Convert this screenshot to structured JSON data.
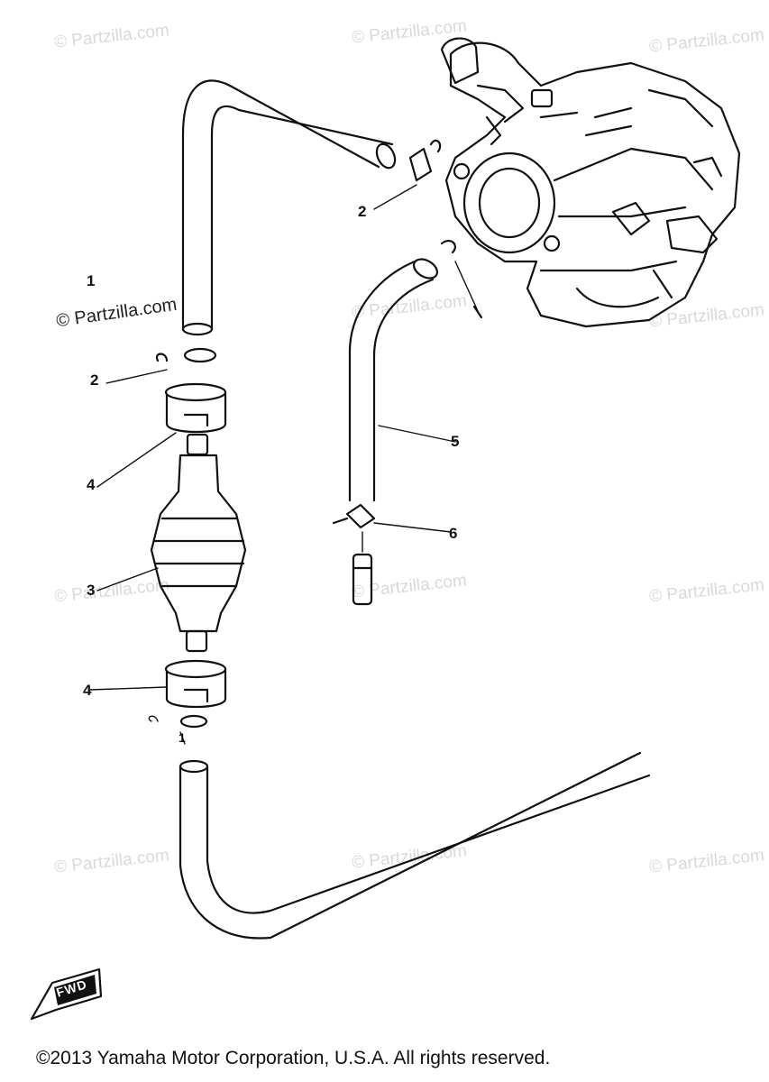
{
  "watermark": "© Partzilla.com",
  "callouts": {
    "c1a": "1",
    "c1b": "1",
    "c2a": "2",
    "c2b": "2",
    "c3": "3",
    "c4a": "4",
    "c4b": "4",
    "c5": "5",
    "c6": "6"
  },
  "fwd_label": "FWD",
  "copyright": "©2013 Yamaha Motor Corporation, U.S.A. All rights reserved."
}
